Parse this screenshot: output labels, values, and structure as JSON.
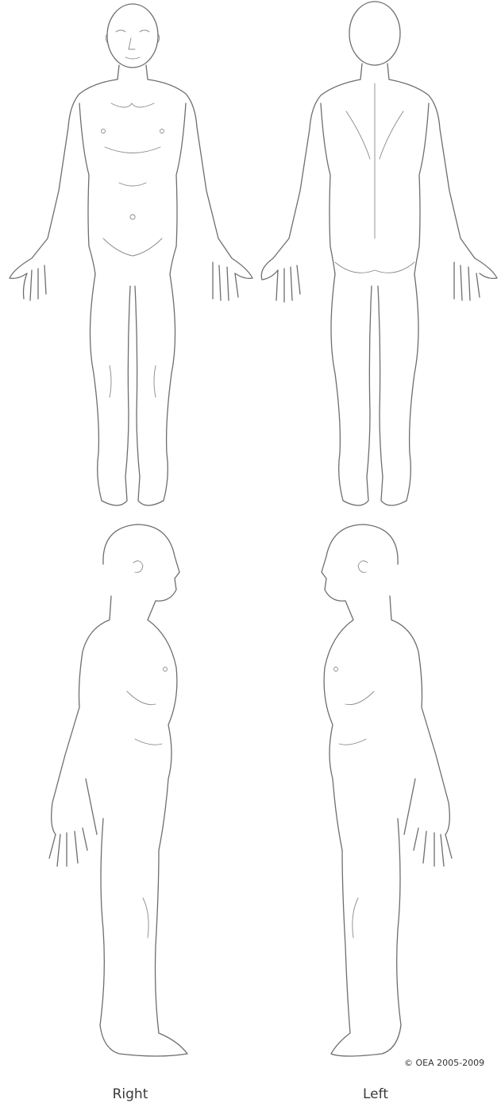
{
  "labels": {
    "right": "Right",
    "left": "Left"
  },
  "copyright": "© OEA 2005-2009",
  "colors": {
    "line": "#6e6e6e",
    "background": "#ffffff"
  }
}
